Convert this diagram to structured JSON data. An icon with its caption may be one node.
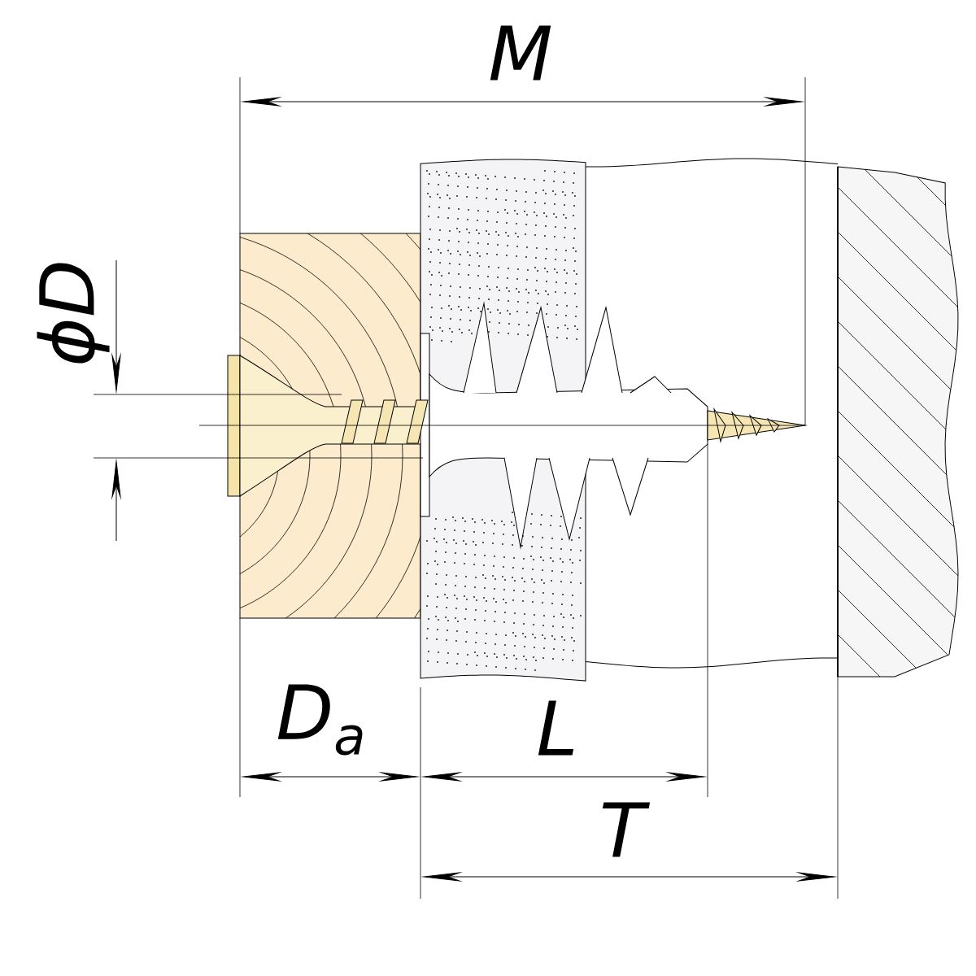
{
  "diagram": {
    "labels": [
      "M",
      "ϕD",
      "D$_{a}$",
      "L",
      "T"
    ]
  }
}
